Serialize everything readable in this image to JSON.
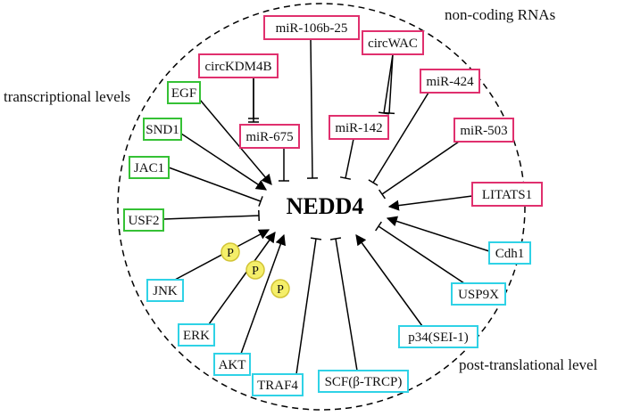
{
  "center": "NEDD4",
  "categories": {
    "noncoding": "non-coding RNAs",
    "transcriptional": "transcriptional levels",
    "posttranslational": "post-translational level"
  },
  "colors": {
    "noncoding": "#e0306e",
    "transcriptional": "#35c135",
    "posttranslational": "#2fd2e6",
    "phospho_fill": "#f5ef6a",
    "phospho_stroke": "#d2c436"
  },
  "phospho_label": "P",
  "nodes": [
    {
      "id": "mir-106b-25",
      "label": "miR-106b-25",
      "group": "noncoding",
      "effect": "inhibit"
    },
    {
      "id": "circwac",
      "label": "circWAC",
      "group": "noncoding",
      "effect": "inhibit"
    },
    {
      "id": "circkdm4b",
      "label": "circKDM4B",
      "group": "noncoding",
      "effect": "inhibit"
    },
    {
      "id": "mir-675",
      "label": "miR-675",
      "group": "noncoding",
      "effect": "inhibit"
    },
    {
      "id": "mir-142",
      "label": "miR-142",
      "group": "noncoding",
      "effect": "inhibit"
    },
    {
      "id": "mir-424",
      "label": "miR-424",
      "group": "noncoding",
      "effect": "inhibit"
    },
    {
      "id": "mir-503",
      "label": "miR-503",
      "group": "noncoding",
      "effect": "inhibit"
    },
    {
      "id": "litats1",
      "label": "LITATS1",
      "group": "noncoding",
      "effect": "activate"
    },
    {
      "id": "egf",
      "label": "EGF",
      "group": "transcriptional",
      "effect": "activate"
    },
    {
      "id": "snd1",
      "label": "SND1",
      "group": "transcriptional",
      "effect": "activate"
    },
    {
      "id": "jac1",
      "label": "JAC1",
      "group": "transcriptional",
      "effect": "inhibit"
    },
    {
      "id": "usf2",
      "label": "USF2",
      "group": "transcriptional",
      "effect": "inhibit"
    },
    {
      "id": "jnk",
      "label": "JNK",
      "group": "posttranslational",
      "effect": "activate"
    },
    {
      "id": "erk",
      "label": "ERK",
      "group": "posttranslational",
      "effect": "activate"
    },
    {
      "id": "akt",
      "label": "AKT",
      "group": "posttranslational",
      "effect": "activate"
    },
    {
      "id": "traf4",
      "label": "TRAF4",
      "group": "posttranslational",
      "effect": "inhibit"
    },
    {
      "id": "scf",
      "label": "SCF(β-TRCP)",
      "group": "posttranslational",
      "effect": "inhibit"
    },
    {
      "id": "p34",
      "label": "p34(SEI-1)",
      "group": "posttranslational",
      "effect": "activate"
    },
    {
      "id": "usp9x",
      "label": "USP9X",
      "group": "posttranslational",
      "effect": "inhibit"
    },
    {
      "id": "cdh1",
      "label": "Cdh1",
      "group": "posttranslational",
      "effect": "activate"
    }
  ],
  "edges_from_mirna_chain": [
    {
      "from": "circkdm4b",
      "to": "mir-675",
      "effect": "inhibit"
    },
    {
      "from": "circwac",
      "to": "mir-142",
      "effect": "inhibit"
    }
  ]
}
